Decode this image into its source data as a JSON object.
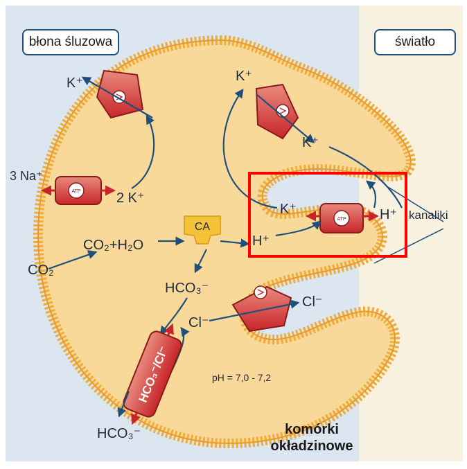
{
  "labels": {
    "mucosa": "błona śluzowa",
    "lumen": "światło",
    "cells_line1": "komórki",
    "cells_line2": "okładzinowe",
    "canaliculi": "kanaliki",
    "ph": "pH = 7,0 - 7,2",
    "ca": "CA",
    "atp": "ATP"
  },
  "species": {
    "k_top_left": "K⁺",
    "k_top_mid": "K⁺",
    "k_right": "K⁺",
    "k_pump": "K⁺",
    "two_k": "2 K⁺",
    "three_na": "3 Na⁺",
    "h_left": "H⁺",
    "h_right": "H⁺",
    "co2_h2o": "CO₂+H₂O",
    "co2": "CO₂",
    "hco3_mid": "HCO₃⁻",
    "hco3_bottom": "HCO₃⁻",
    "cl_mid": "Cl⁻",
    "cl_right": "Cl⁻",
    "exchanger": "HCO₃⁻/Cl⁻"
  },
  "colors": {
    "cell_fill": "#f9d99a",
    "membrane": "#f0ac3a",
    "protein": "#c8252a",
    "arrow": "#1f4f7a",
    "lumen_bg": "#f8f1df",
    "interstitial_bg": "#dce6f0",
    "highlight": "#ff0000"
  }
}
